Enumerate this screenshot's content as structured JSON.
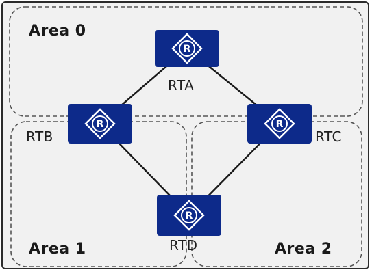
{
  "areas": [
    {
      "id": "area0",
      "label": "Area 0"
    },
    {
      "id": "area1",
      "label": "Area 1"
    },
    {
      "id": "area2",
      "label": "Area 2"
    }
  ],
  "routers": [
    {
      "id": "rta",
      "label": "RTA",
      "icon": "router-icon",
      "glyph": "R"
    },
    {
      "id": "rtb",
      "label": "RTB",
      "icon": "router-icon",
      "glyph": "R"
    },
    {
      "id": "rtc",
      "label": "RTC",
      "icon": "router-icon",
      "glyph": "R"
    },
    {
      "id": "rtd",
      "label": "RTD",
      "icon": "router-icon",
      "glyph": "R"
    }
  ],
  "links": [
    {
      "from": "RTA",
      "to": "RTB"
    },
    {
      "from": "RTA",
      "to": "RTC"
    },
    {
      "from": "RTB",
      "to": "RTD"
    },
    {
      "from": "RTC",
      "to": "RTD"
    }
  ],
  "colors": {
    "router_fill": "#0d2a8a",
    "router_symbol": "#ffffff",
    "link": "#1a1a1a",
    "area_border": "#555555",
    "background": "#f1f1f1"
  }
}
